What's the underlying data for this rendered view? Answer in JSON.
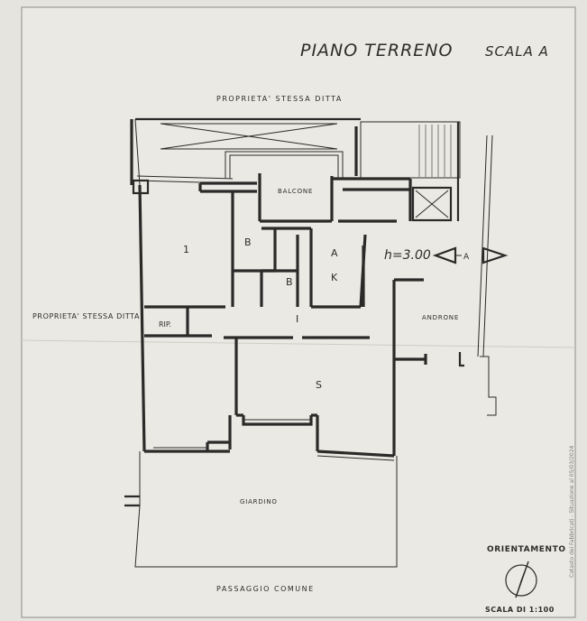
{
  "drawing": {
    "title": "PIANO TERRENO",
    "scale_label": "SCALA A",
    "top_neighbor": "PROPRIETA' STESSA DITTA",
    "left_neighbor": "PROPRIETA' STESSA DITTA",
    "bottom_label": "PASSAGGIO COMUNE",
    "height_note": "h=3.00",
    "orientation_label": "ORIENTAMENTO",
    "scale_ratio": "SCALA DI 1:100",
    "side_stamp": "Catasto dei Fabbricati - Situazione al 05/03/2024"
  },
  "rooms": {
    "balcone": "BALCONE",
    "room_1": "1",
    "bath_1": "B",
    "bath_2": "B",
    "kitchen_a": "A",
    "kitchen_k": "K",
    "rip": "RIP.",
    "hall": "I",
    "living": "S",
    "androne": "ANDRONE",
    "giardino": "GIARDINO"
  },
  "section_marker": "A"
}
